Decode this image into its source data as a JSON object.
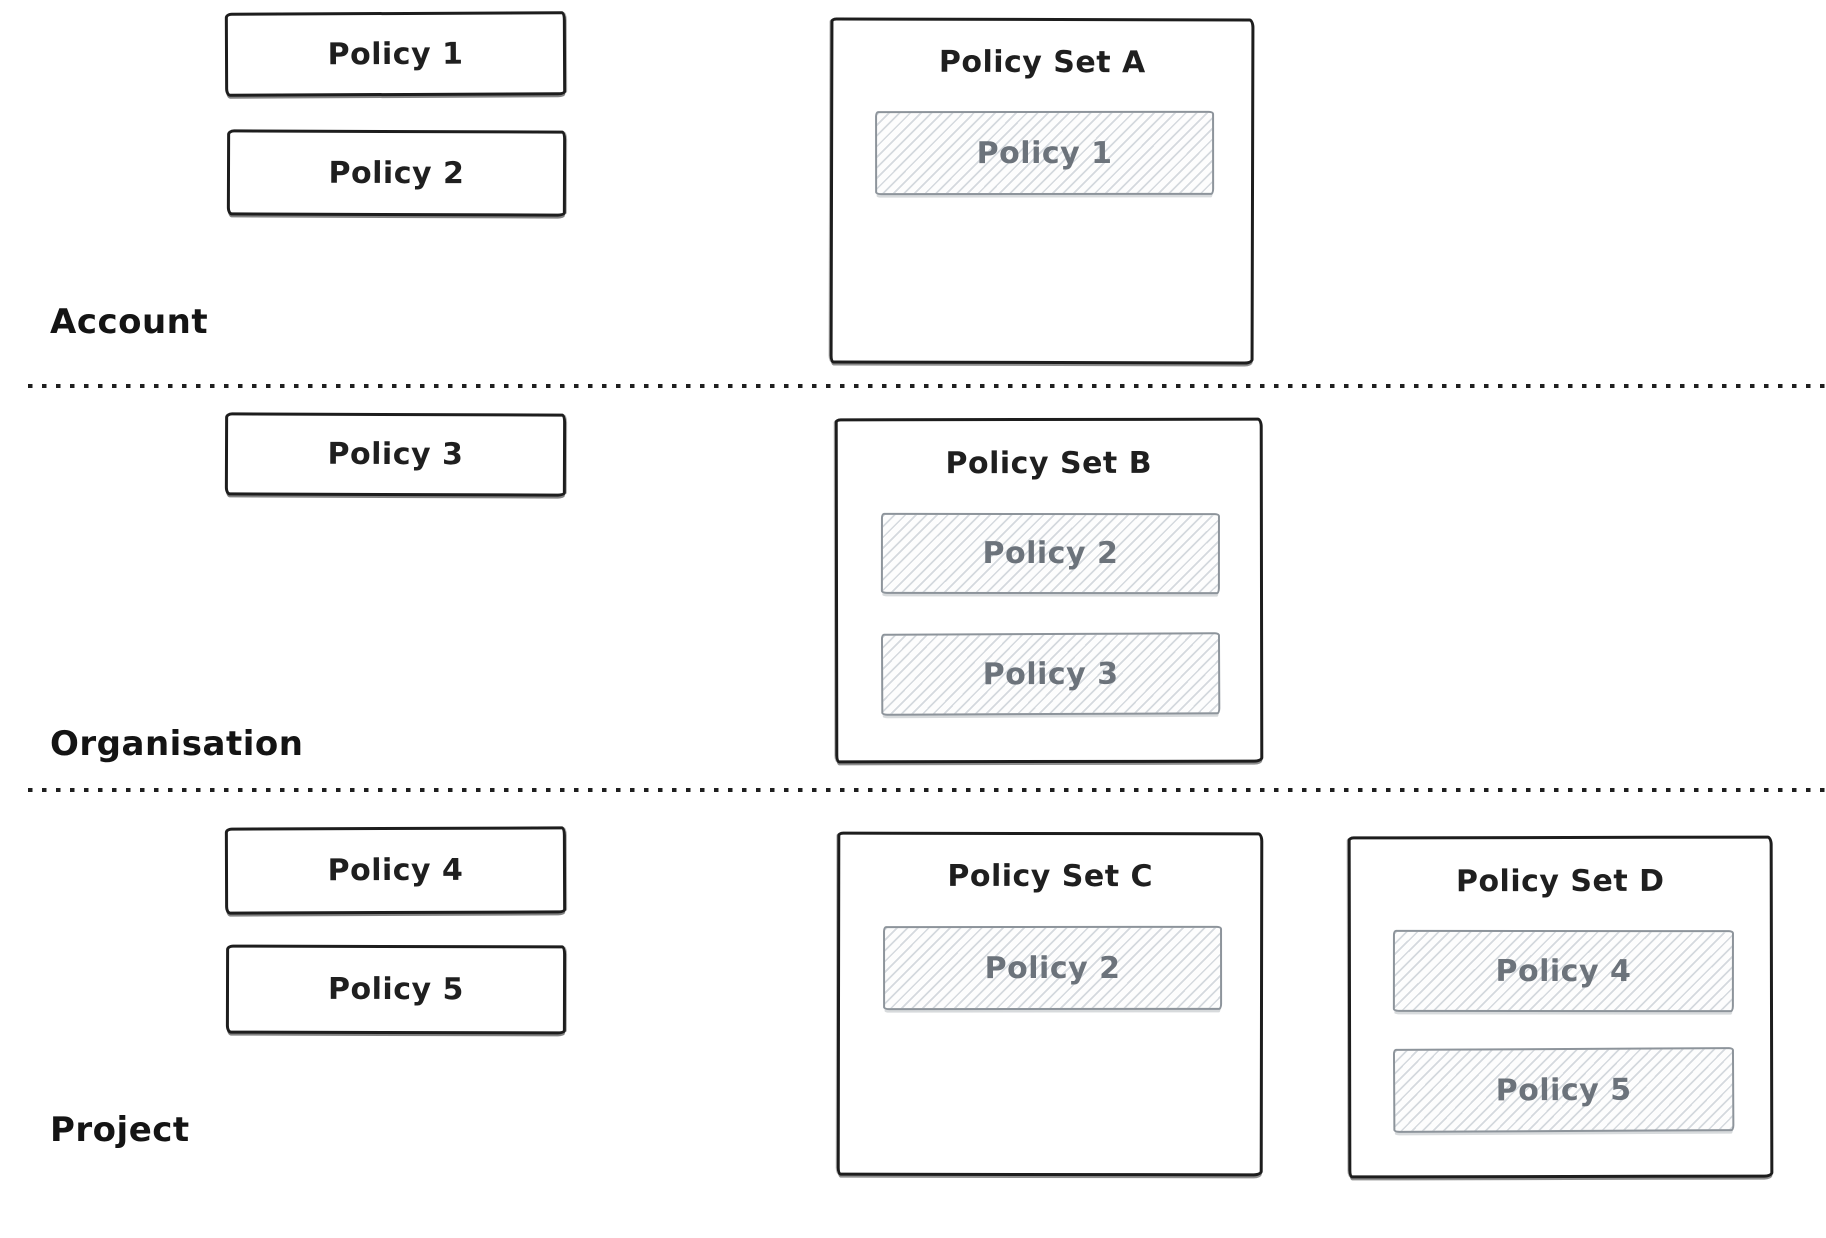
{
  "diagram": {
    "background": "#ffffff",
    "colors": {
      "ink": "#1d1d1d",
      "member_border": "#8d949b",
      "member_text": "#6c737b",
      "hatch_line": "#c7cdd3",
      "divider": "#1f1f1f"
    },
    "tiers": [
      {
        "label": "Account",
        "standalone_policies": [
          "Policy 1",
          "Policy 2"
        ],
        "policy_sets": [
          {
            "title": "Policy Set A",
            "members": [
              "Policy 1"
            ]
          }
        ]
      },
      {
        "label": "Organisation",
        "standalone_policies": [
          "Policy 3"
        ],
        "policy_sets": [
          {
            "title": "Policy Set B",
            "members": [
              "Policy 2",
              "Policy 3"
            ]
          }
        ]
      },
      {
        "label": "Project",
        "standalone_policies": [
          "Policy 4",
          "Policy 5"
        ],
        "policy_sets": [
          {
            "title": "Policy Set C",
            "members": [
              "Policy 2"
            ]
          },
          {
            "title": "Policy Set D",
            "members": [
              "Policy 4",
              "Policy 5"
            ]
          }
        ]
      }
    ]
  }
}
